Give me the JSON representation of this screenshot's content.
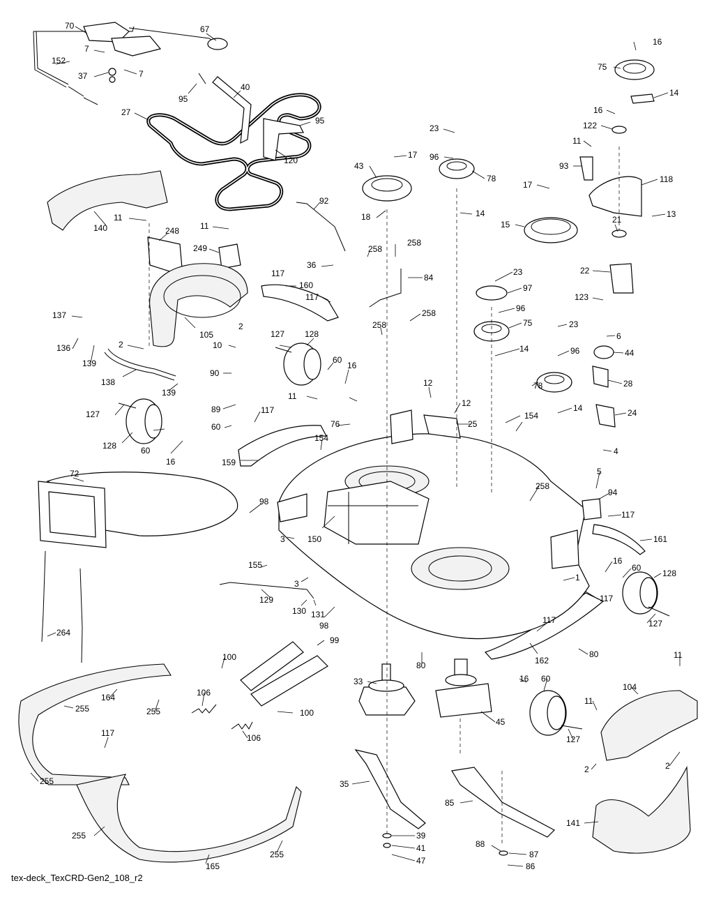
{
  "caption": "tex-deck_TexCRD-Gen2_108_r2",
  "callouts": [
    "70",
    "67",
    "7",
    "152",
    "37",
    "7",
    "95",
    "40",
    "27",
    "95",
    "120",
    "92",
    "140",
    "11",
    "248",
    "11",
    "249",
    "36",
    "117",
    "160",
    "117",
    "2",
    "105",
    "137",
    "136",
    "139",
    "2",
    "138",
    "139",
    "10",
    "90",
    "89",
    "60",
    "127",
    "128",
    "60",
    "16",
    "117",
    "11",
    "127",
    "128",
    "60",
    "16",
    "76",
    "159",
    "154",
    "43",
    "17",
    "18",
    "23",
    "96",
    "78",
    "14",
    "258",
    "258",
    "84",
    "258",
    "258",
    "23",
    "97",
    "96",
    "75",
    "14",
    "23",
    "96",
    "78",
    "14",
    "12",
    "12",
    "25",
    "154",
    "17",
    "15",
    "21",
    "16",
    "75",
    "14",
    "16",
    "122",
    "11",
    "93",
    "118",
    "13",
    "22",
    "123",
    "6",
    "44",
    "28",
    "24",
    "4",
    "72",
    "98",
    "3",
    "155",
    "3",
    "129",
    "130",
    "131",
    "98",
    "150",
    "258",
    "5",
    "94",
    "117",
    "161",
    "1",
    "16",
    "60",
    "128",
    "117",
    "127",
    "117",
    "162",
    "80",
    "264",
    "99",
    "100",
    "106",
    "106",
    "100",
    "164",
    "255",
    "255",
    "117",
    "255",
    "255",
    "255",
    "165",
    "33",
    "80",
    "45",
    "16",
    "60",
    "127",
    "11",
    "11",
    "104",
    "2",
    "2",
    "35",
    "39",
    "41",
    "47",
    "85",
    "88",
    "87",
    "86",
    "141"
  ]
}
